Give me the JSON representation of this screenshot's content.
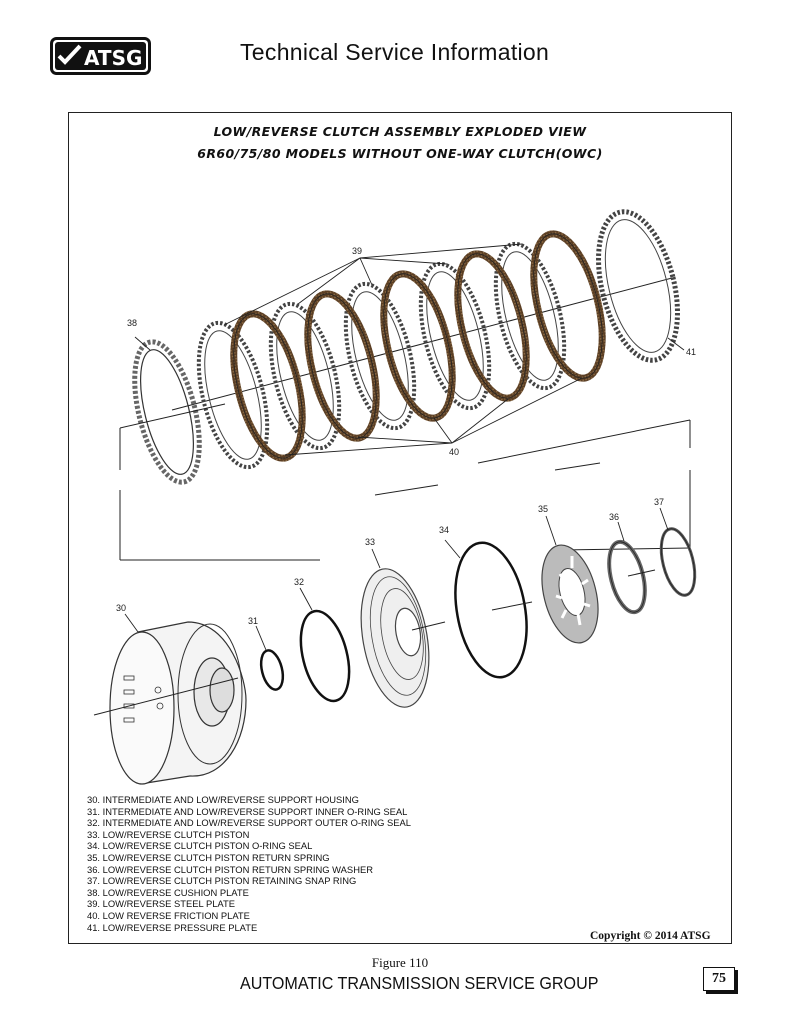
{
  "header": {
    "logo_text": "ATSG",
    "title": "Technical Service Information"
  },
  "diagram": {
    "title_line1": "LOW/REVERSE CLUTCH ASSEMBLY EXPLODED VIEW",
    "title_line2": "6R60/75/80 MODELS WITHOUT ONE-WAY CLUTCH(OWC)",
    "callouts": [
      "39",
      "38",
      "41",
      "40",
      "35",
      "37",
      "36",
      "34",
      "33",
      "32",
      "30",
      "31"
    ]
  },
  "legend": [
    "30. INTERMEDIATE AND LOW/REVERSE SUPPORT HOUSING",
    "31. INTERMEDIATE AND LOW/REVERSE SUPPORT INNER O-RING SEAL",
    "32. INTERMEDIATE AND LOW/REVERSE SUPPORT OUTER O-RING SEAL",
    "33. LOW/REVERSE CLUTCH PISTON",
    "34. LOW/REVERSE CLUTCH PISTON O-RING SEAL",
    "35. LOW/REVERSE CLUTCH PISTON RETURN SPRING",
    "36. LOW/REVERSE CLUTCH PISTON RETURN SPRING WASHER",
    "37. LOW/REVERSE CLUTCH PISTON RETAINING SNAP RING",
    "38. LOW/REVERSE CUSHION PLATE",
    "39. LOW/REVERSE STEEL PLATE",
    "40. LOW REVERSE FRICTION PLATE",
    "41. LOW/REVERSE PRESSURE PLATE"
  ],
  "copyright": "Copyright © 2014 ATSG",
  "footer": {
    "figure_label": "Figure 110",
    "org_name": "AUTOMATIC TRANSMISSION SERVICE GROUP",
    "page_number": "75"
  }
}
